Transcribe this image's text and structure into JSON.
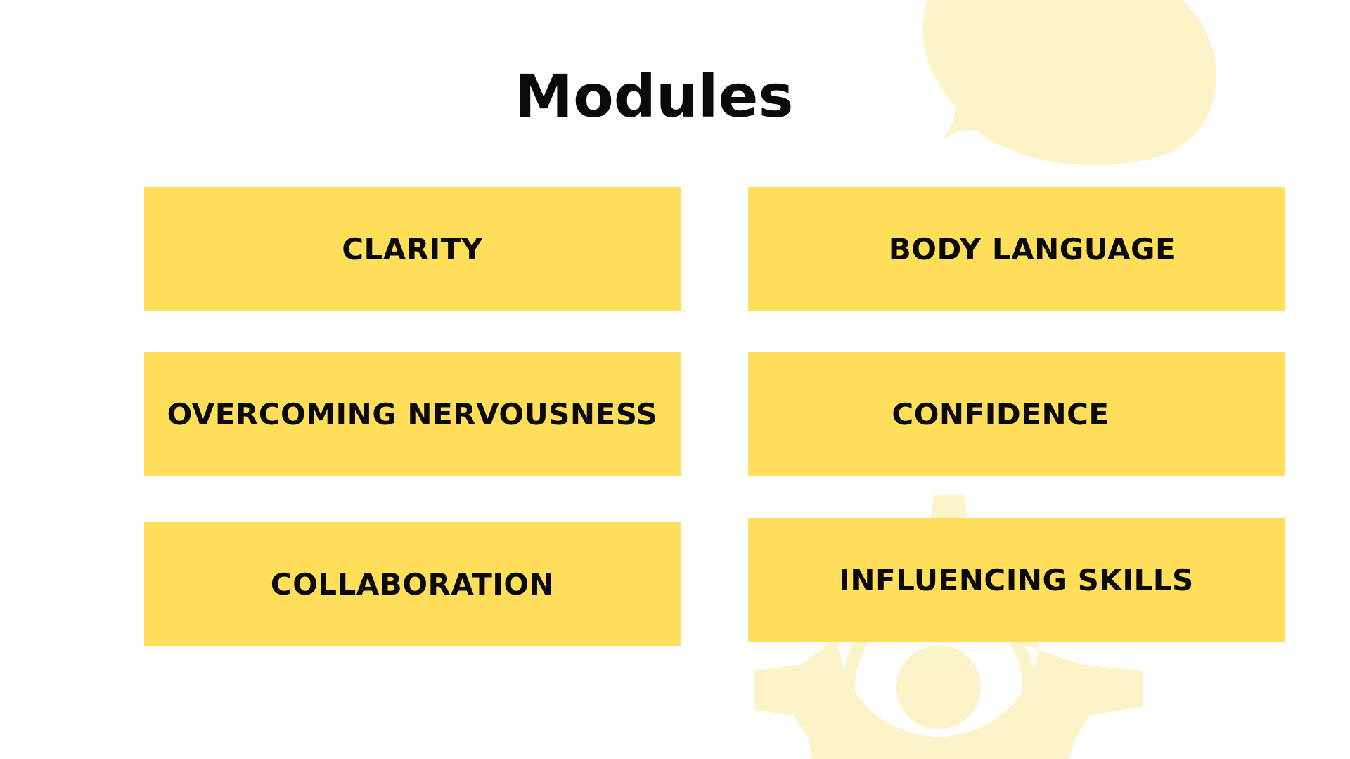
{
  "slide": {
    "title": "Modules",
    "colors": {
      "card": "#FFDE5A",
      "decor": "#FDF3C8",
      "text": "#0a0a0a",
      "background": "#ffffff"
    },
    "modules": [
      {
        "label": "CLARITY"
      },
      {
        "label": "BODY LANGUAGE"
      },
      {
        "label": "OVERCOMING NERVOUSNESS"
      },
      {
        "label": "CONFIDENCE"
      },
      {
        "label": "COLLABORATION"
      },
      {
        "label": "INFLUENCING SKILLS"
      }
    ],
    "decorations": [
      "speech-bubble-icon",
      "gear-icon"
    ]
  }
}
